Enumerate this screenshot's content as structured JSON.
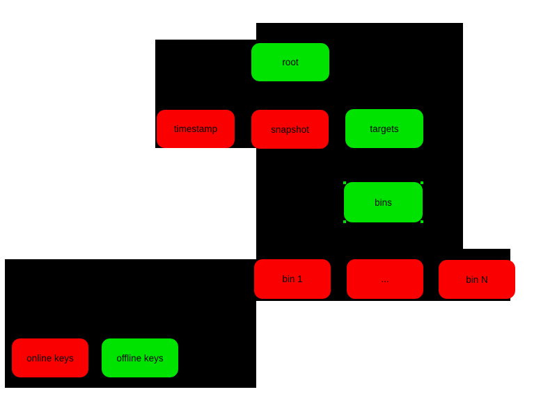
{
  "diagram": {
    "colors": {
      "red": "#fa0000",
      "green": "#00e200",
      "block": "#000000",
      "text": "#000000",
      "page": "#ffffff"
    },
    "nodes": [
      {
        "id": "root",
        "label": "root",
        "color": "green"
      },
      {
        "id": "timestamp",
        "label": "timestamp",
        "color": "red"
      },
      {
        "id": "snapshot",
        "label": "snapshot",
        "color": "red"
      },
      {
        "id": "targets",
        "label": "targets",
        "color": "green"
      },
      {
        "id": "bins",
        "label": "bins",
        "color": "green",
        "selected": true
      },
      {
        "id": "bin-1",
        "label": "bin 1",
        "color": "red"
      },
      {
        "id": "bin-ellipsis",
        "label": "...",
        "color": "red"
      },
      {
        "id": "bin-n",
        "label": "bin N",
        "color": "red"
      },
      {
        "id": "online-keys",
        "label": "online keys",
        "color": "red"
      },
      {
        "id": "offline-keys",
        "label": "offline keys",
        "color": "green"
      }
    ]
  }
}
